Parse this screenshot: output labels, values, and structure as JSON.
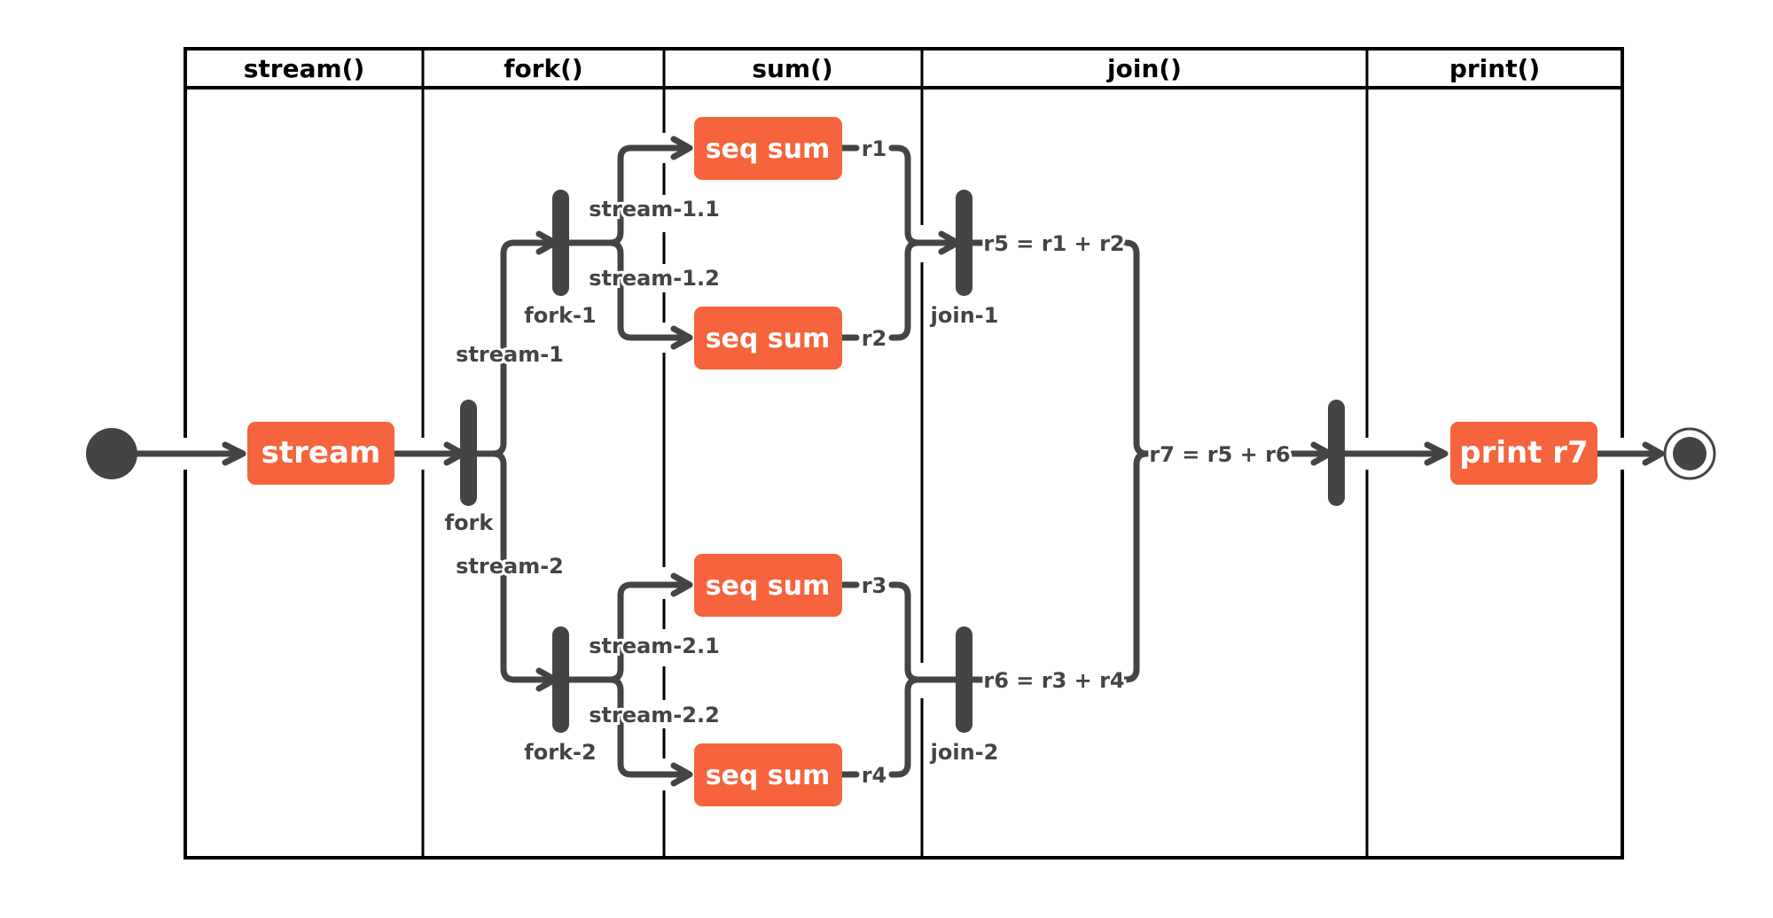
{
  "diagram": {
    "type": "UML activity diagram (swimlanes)",
    "colors": {
      "action_fill": "#F5643C",
      "action_text": "#FFFFFF",
      "flow": "#444446",
      "lane_border": "#000000"
    },
    "lanes": [
      {
        "id": "stream",
        "title": "stream()"
      },
      {
        "id": "fork",
        "title": "fork()"
      },
      {
        "id": "sum",
        "title": "sum()"
      },
      {
        "id": "join",
        "title": "join()"
      },
      {
        "id": "print",
        "title": "print()"
      }
    ],
    "actions": {
      "stream": "stream",
      "seq1": "seq sum",
      "seq2": "seq sum",
      "seq3": "seq sum",
      "seq4": "seq sum",
      "print": "print r7"
    },
    "bars": {
      "fork": "fork",
      "fork1": "fork-1",
      "fork2": "fork-2",
      "join1": "join-1",
      "join2": "join-2"
    },
    "edge_labels": {
      "stream1": "stream-1",
      "stream2": "stream-2",
      "stream11": "stream-1.1",
      "stream12": "stream-1.2",
      "stream21": "stream-2.1",
      "stream22": "stream-2.2",
      "r1": "r1",
      "r2": "r2",
      "r3": "r3",
      "r4": "r4",
      "r5": "r5 = r1 + r2",
      "r6": "r6 = r3 + r4",
      "r7": "r7 = r5 + r6"
    },
    "nodes": {
      "initial": "initial-node",
      "final": "final-node"
    }
  }
}
